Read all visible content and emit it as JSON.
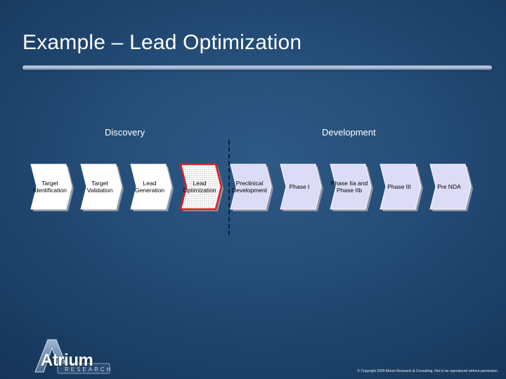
{
  "slide": {
    "title": "Example – Lead Optimization"
  },
  "phases": {
    "discovery_label": "Discovery",
    "development_label": "Development"
  },
  "stages": [
    {
      "label": "Target\nIdentification",
      "highlighted": false
    },
    {
      "label": "Target\nValidation",
      "highlighted": false
    },
    {
      "label": "Lead\nGeneration",
      "highlighted": false
    },
    {
      "label": "Lead\nOptimization",
      "highlighted": true
    },
    {
      "label": "Preclinical\nDevelopment",
      "highlighted": false
    },
    {
      "label": "Phase I",
      "highlighted": false
    },
    {
      "label": "Phase IIa and\nPhase IIb",
      "highlighted": false
    },
    {
      "label": "Phase III",
      "highlighted": false
    },
    {
      "label": "Pre NDA",
      "highlighted": false
    }
  ],
  "colors": {
    "discovery_fill": "#ffffff",
    "development_fill": "#dcdcf6",
    "highlight_border": "#d82020",
    "shadow": "#8f96a8"
  },
  "logo": {
    "word": "Atrium",
    "subtitle": "RESEARCH"
  },
  "footer": {
    "copyright": "© Copyright 2009 Atrium Research & Consulting. Not to be reproduced without permission"
  }
}
